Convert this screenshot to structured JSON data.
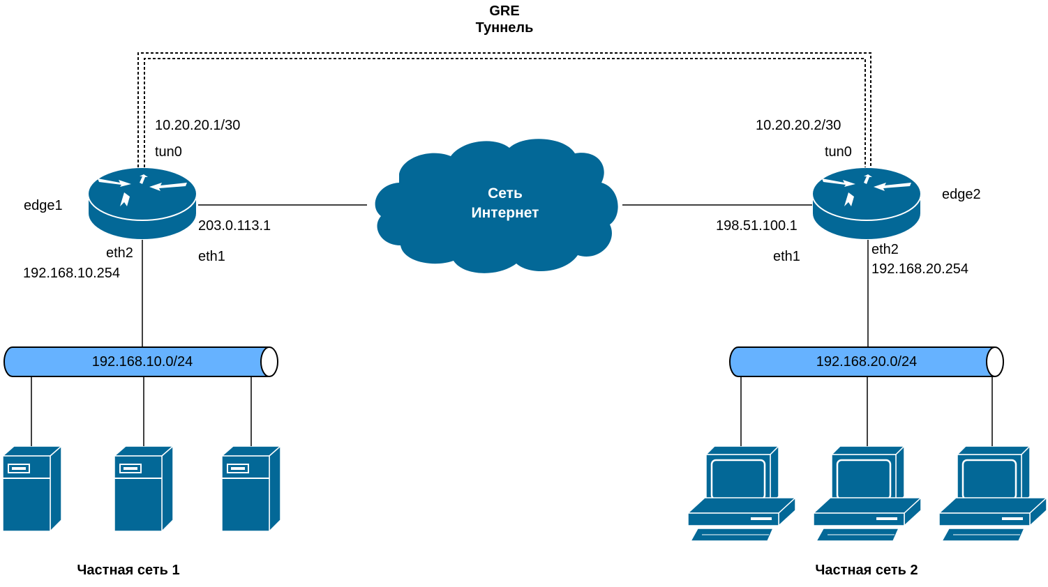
{
  "tunnel": {
    "line1": "GRE",
    "line2": "Туннель"
  },
  "internet": {
    "line1": "Сеть",
    "line2": "Интернет"
  },
  "edge1": {
    "name": "edge1",
    "tun_ip": "10.20.20.1/30",
    "tun_if": "tun0",
    "wan_ip": "203.0.113.1",
    "wan_if": "eth1",
    "lan_if": "eth2",
    "lan_ip": "192.168.10.254"
  },
  "edge2": {
    "name": "edge2",
    "tun_ip": "10.20.20.2/30",
    "tun_if": "tun0",
    "wan_ip": "198.51.100.1",
    "wan_if": "eth1",
    "lan_if": "eth2",
    "lan_ip": "192.168.20.254"
  },
  "net1": {
    "subnet": "192.168.10.0/24",
    "caption": "Частная сеть 1"
  },
  "net2": {
    "subnet": "192.168.20.0/24",
    "caption": "Частная сеть 2"
  },
  "colors": {
    "device": "#036897",
    "segment": "#66b2ff",
    "line": "#000000"
  },
  "icons": {
    "router": "router-icon",
    "cloud": "cloud-icon",
    "server": "server-icon",
    "workstation": "workstation-icon"
  }
}
